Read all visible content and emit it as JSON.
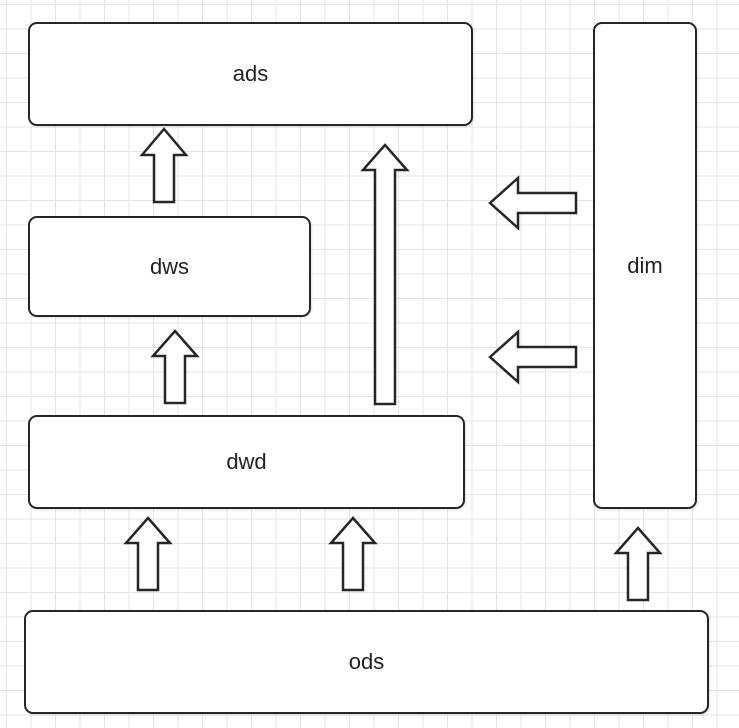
{
  "layers": {
    "ads": "ads",
    "dws": "dws",
    "dwd": "dwd",
    "dim": "dim",
    "ods": "ods"
  },
  "arrows": [
    {
      "name": "arrow-dws-to-ads",
      "from": "dws",
      "to": "ads",
      "direction": "up"
    },
    {
      "name": "arrow-dwd-to-ads",
      "from": "dwd",
      "to": "ads",
      "direction": "up"
    },
    {
      "name": "arrow-dwd-to-dws",
      "from": "dwd",
      "to": "dws",
      "direction": "up"
    },
    {
      "name": "arrow-ods-to-dwd-left",
      "from": "ods",
      "to": "dwd",
      "direction": "up"
    },
    {
      "name": "arrow-ods-to-dwd-right",
      "from": "ods",
      "to": "dwd",
      "direction": "up"
    },
    {
      "name": "arrow-ods-to-dim",
      "from": "ods",
      "to": "dim",
      "direction": "up"
    },
    {
      "name": "arrow-dim-upper",
      "from": "dim",
      "to": "",
      "direction": "left"
    },
    {
      "name": "arrow-dim-lower",
      "from": "dim",
      "to": "",
      "direction": "left"
    }
  ],
  "colors": {
    "stroke": "#262626",
    "fill": "#ffffff",
    "grid": "#e4e4e4",
    "text": "#222222"
  }
}
